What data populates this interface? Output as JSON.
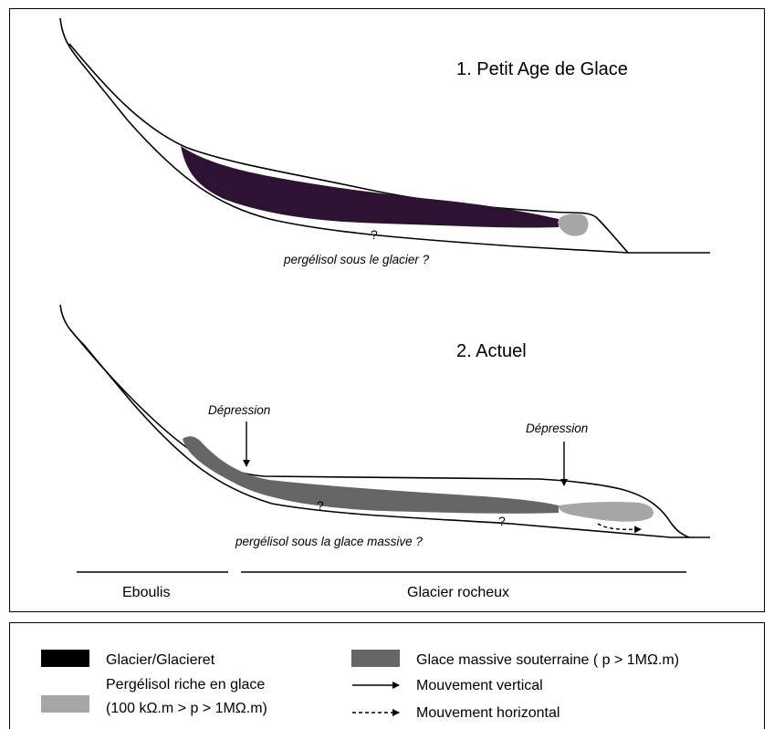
{
  "panel1": {
    "title": "1. Petit Age de Glace",
    "question_mark": "?",
    "caption": "pergélisol sous le glacier ?"
  },
  "panel2": {
    "title": "2. Actuel",
    "depression_left": "Dépression",
    "depression_right": "Dépression",
    "question_mark_1": "?",
    "question_mark_2": "?",
    "caption": "pergélisol sous la glace massive ?"
  },
  "zones": {
    "left": "Eboulis",
    "right": "Glacier rocheux"
  },
  "legend": {
    "glacier": {
      "label": "Glacier/Glacieret",
      "color": "#2d1233"
    },
    "permafrost": {
      "label_line1": "Pergélisol riche en glace",
      "label_line2": "(100 kΩ.m > p > 1MΩ.m)",
      "color": "#a6a6a6"
    },
    "massive_ice": {
      "label": "Glace massive souterraine ( p > 1MΩ.m)",
      "color": "#666666"
    },
    "vertical": {
      "label": "Mouvement vertical"
    },
    "horizontal": {
      "label": "Mouvement horizontal"
    }
  }
}
